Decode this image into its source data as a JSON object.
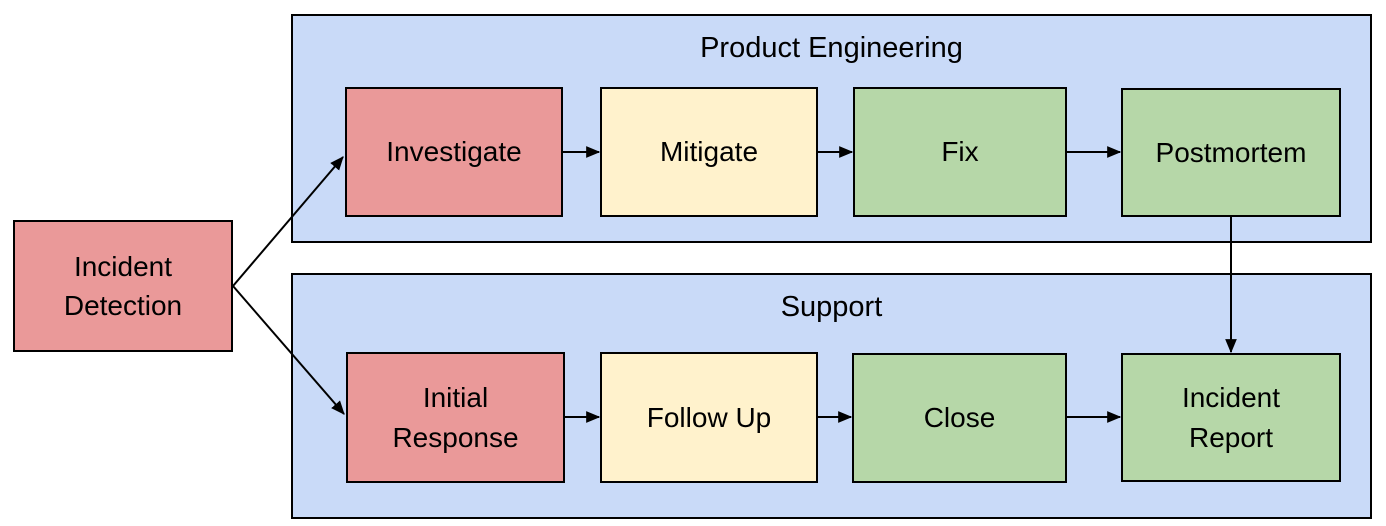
{
  "diagram": {
    "type": "flowchart-swimlane",
    "background_color": "#ffffff",
    "border_color": "#000000",
    "start_node": {
      "label": "Incident Detection",
      "color": "#ea9999"
    },
    "lanes": [
      {
        "title": "Product Engineering",
        "color": "#c9daf8",
        "nodes": [
          {
            "label": "Investigate",
            "color": "#ea9999"
          },
          {
            "label": "Mitigate",
            "color": "#fff2cc"
          },
          {
            "label": "Fix",
            "color": "#b6d7a8"
          },
          {
            "label": "Postmortem",
            "color": "#b6d7a8"
          }
        ]
      },
      {
        "title": "Support",
        "color": "#c9daf8",
        "nodes": [
          {
            "label": "Initial Response",
            "color": "#ea9999"
          },
          {
            "label": "Follow Up",
            "color": "#fff2cc"
          },
          {
            "label": "Close",
            "color": "#b6d7a8"
          },
          {
            "label": "Incident Report",
            "color": "#b6d7a8"
          }
        ]
      }
    ],
    "connections": [
      {
        "from": "Incident Detection",
        "to": "Investigate"
      },
      {
        "from": "Incident Detection",
        "to": "Initial Response"
      },
      {
        "from": "Investigate",
        "to": "Mitigate"
      },
      {
        "from": "Mitigate",
        "to": "Fix"
      },
      {
        "from": "Fix",
        "to": "Postmortem"
      },
      {
        "from": "Initial Response",
        "to": "Follow Up"
      },
      {
        "from": "Follow Up",
        "to": "Close"
      },
      {
        "from": "Close",
        "to": "Incident Report"
      },
      {
        "from": "Postmortem",
        "to": "Incident Report"
      }
    ]
  }
}
